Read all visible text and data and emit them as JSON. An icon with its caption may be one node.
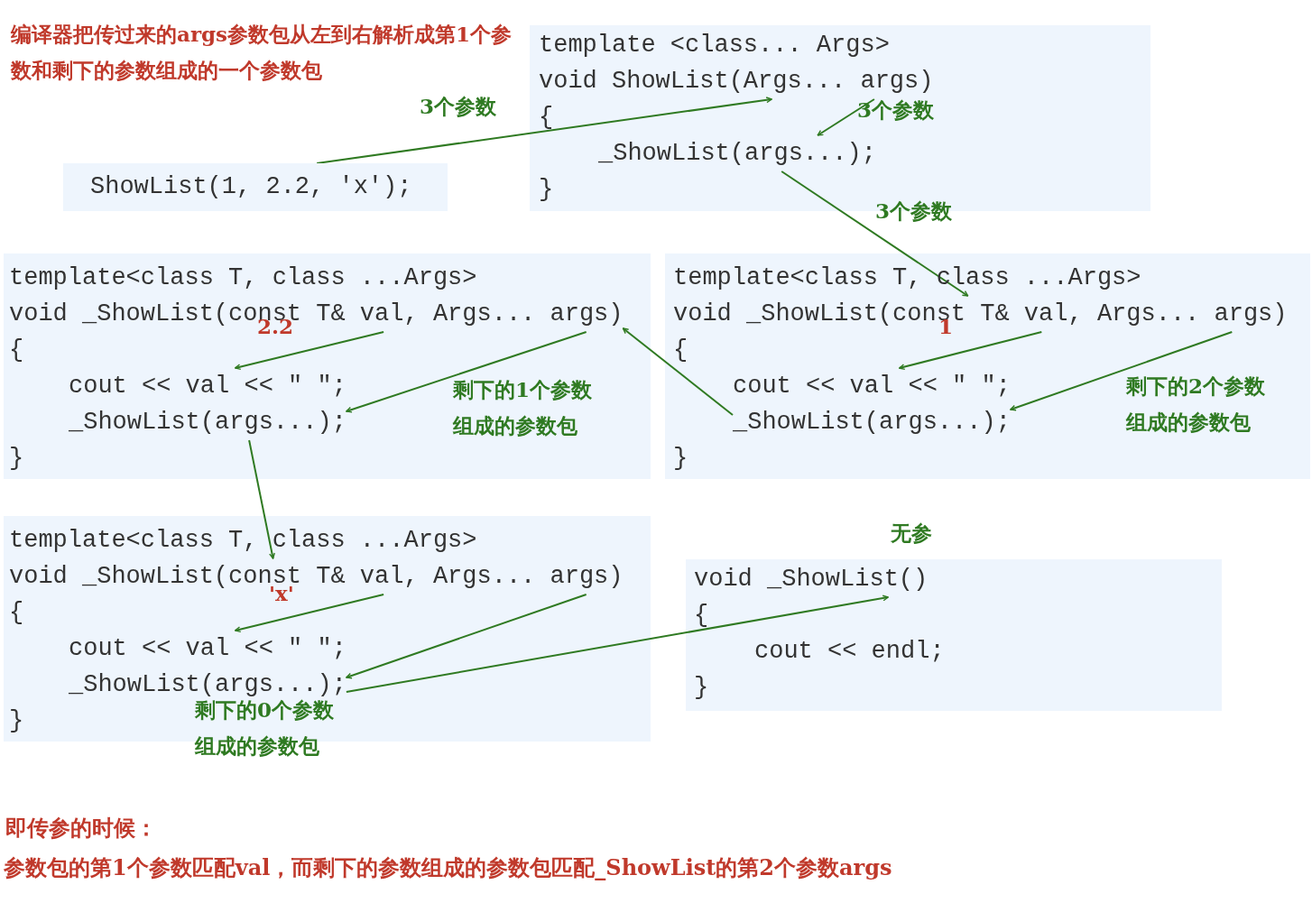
{
  "diagram": {
    "title": "编译器把传过来的args参数包从左到右解析成第1个参数和剩下的参数组成的一个参数包",
    "nodes": [
      {
        "text": [
          "ShowList(1, 2.2, 'x');"
        ]
      },
      {
        "text": [],
        "shape": "box"
      },
      {
        "text": [
          "template <class... Args>"
        ],
        "in": 1
      },
      {
        "text": [
          "void ShowList(Args... args)"
        ],
        "in": 1
      },
      {
        "text": [
          "{"
        ],
        "in": 1
      },
      {
        "text": [
          "_ShowList(args...);"
        ],
        "in": 1
      },
      {
        "text": [
          "}"
        ],
        "in": 1
      },
      {
        "text": [],
        "shape": "box"
      },
      {
        "text": [
          "template<class T, class ...Args>"
        ],
        "in": 7
      },
      {
        "text": [
          "void _ShowList(const T& val, Args... args)"
        ],
        "in": 7
      },
      {
        "text": [
          "{"
        ],
        "in": 7
      },
      {
        "text": [
          "cout << val << \" \";"
        ],
        "in": 7
      },
      {
        "text": [
          "_ShowList(args...);"
        ],
        "in": 7
      },
      {
        "text": [
          "}"
        ],
        "in": 7
      },
      {
        "text": [],
        "shape": "box"
      },
      {
        "text": [
          "template<class T, class ...Args>"
        ],
        "in": 14
      },
      {
        "text": [
          "void _ShowList(const T& val, Args... args)"
        ],
        "in": 14
      },
      {
        "text": [
          "{"
        ],
        "in": 14
      },
      {
        "text": [
          "cout << val << \" \";"
        ],
        "in": 14
      },
      {
        "text": [
          "_ShowList(args...);"
        ],
        "in": 14
      },
      {
        "text": [
          "}"
        ],
        "in": 14
      },
      {
        "text": [],
        "shape": "box"
      },
      {
        "text": [
          "template<class T, class ...Args>"
        ],
        "in": 21
      },
      {
        "text": [
          "void _ShowList(const T& val, Args... args)"
        ],
        "in": 21
      },
      {
        "text": [
          "{"
        ],
        "in": 21
      },
      {
        "text": [
          "cout << val << \" \";"
        ],
        "in": 21
      },
      {
        "text": [
          "_ShowList(args...);"
        ],
        "in": 21
      },
      {
        "text": [
          "}"
        ],
        "in": 21
      },
      {
        "text": [],
        "shape": "box"
      },
      {
        "text": [
          "void _ShowList()"
        ],
        "in": 28
      },
      {
        "text": [
          "{"
        ],
        "in": 28
      },
      {
        "text": [
          "cout << endl;"
        ],
        "in": 28
      },
      {
        "text": [
          "}"
        ],
        "in": 28
      }
    ],
    "edges": [
      {
        "from": 0,
        "to": 3,
        "arrow": "to",
        "label": "3个参数"
      },
      {
        "from": 3,
        "to": 5,
        "arrow": "to",
        "label": "3个参数"
      },
      {
        "from": 5,
        "to": 9,
        "arrow": "to",
        "label": "3个参数"
      },
      {
        "from": 9,
        "to": 11,
        "arrow": "to",
        "label": "1"
      },
      {
        "from": 9,
        "to": 12,
        "arrow": "to",
        "label": "剩下的2个参数组成的参数包"
      },
      {
        "from": 12,
        "to": 16,
        "arrow": "to"
      },
      {
        "from": 16,
        "to": 18,
        "arrow": "to",
        "label": "2.2"
      },
      {
        "from": 16,
        "to": 19,
        "arrow": "to",
        "label": "剩下的1个参数组成的参数包"
      },
      {
        "from": 19,
        "to": 23,
        "arrow": "to"
      },
      {
        "from": 23,
        "to": 25,
        "arrow": "to",
        "label": "'x'"
      },
      {
        "from": 23,
        "to": 26,
        "arrow": "to",
        "label": "剩下的0个参数组成的参数包"
      },
      {
        "from": 26,
        "to": 29,
        "arrow": "to",
        "label": "无参"
      }
    ],
    "labels": [
      "即传参的时候：",
      "参数包的第1个参数匹配val，而剩下的参数组成的参数包匹配_ShowList的第2个参数args"
    ]
  }
}
